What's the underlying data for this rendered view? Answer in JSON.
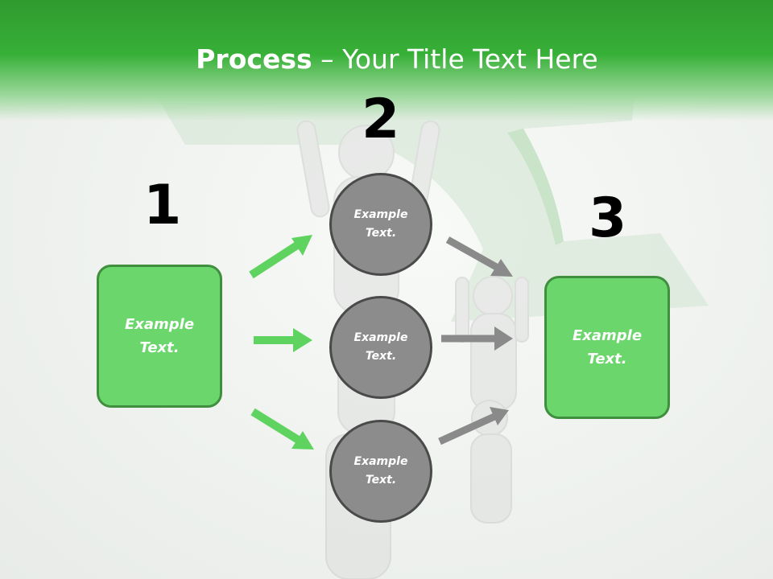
{
  "title": {
    "bold": "Process",
    "rest": " – Your Title Text Here"
  },
  "steps": {
    "one": "1",
    "two": "2",
    "three": "3"
  },
  "boxes": {
    "left": "Example Text.",
    "right": "Example Text."
  },
  "circles": {
    "top": "Example Text.",
    "middle": "Example Text.",
    "bottom": "Example Text."
  },
  "colors": {
    "header_green": "#37b037",
    "box_fill": "#6bd66b",
    "box_border": "#3f8f3f",
    "circle_fill": "#8c8c8c",
    "circle_border": "#4a4a4a",
    "arrow_green": "#5fd35f",
    "arrow_gray": "#8a8a8a"
  }
}
